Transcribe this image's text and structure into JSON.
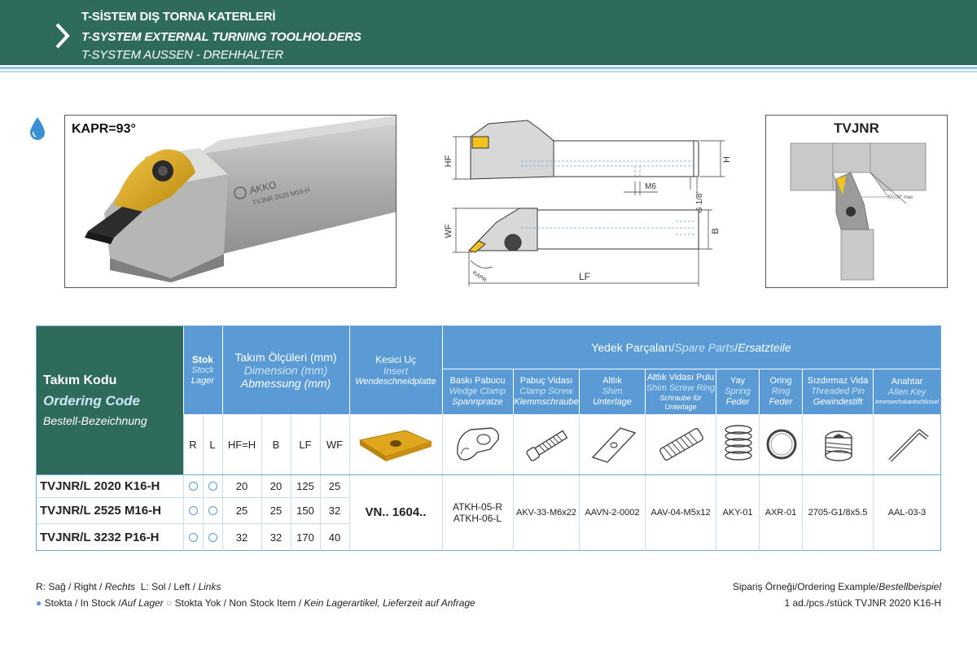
{
  "header": {
    "title_tr": "T-SİSTEM DIŞ TORNA KATERLERİ",
    "title_en": "T-SYSTEM EXTERNAL TURNING TOOLHOLDERS",
    "title_de": "T-SYSTEM AUSSEN - DREHHALTER"
  },
  "photo": {
    "kapr": "KAPR=93°",
    "brand": "AKKO",
    "engraving": "TVJNR 2525 M16-H"
  },
  "drawing": {
    "hf": "HF",
    "h": "H",
    "m6": "M6",
    "g18": "G 1/8\"",
    "wf": "WF",
    "b": "B",
    "lf": "LF",
    "kapr": "KAPR"
  },
  "application": {
    "title": "TVJNR",
    "angle": "50,00° max"
  },
  "table": {
    "code_hd": {
      "tr": "Takım Kodu",
      "en": "Ordering Code",
      "de": "Bestell-Bezeichnung"
    },
    "stock_hd": {
      "tr": "Stok",
      "en": "Stock",
      "de": "Lager"
    },
    "dim_hd": {
      "tr": "Takım Ölçüleri (mm)",
      "en": "Dimension (mm)",
      "de": "Abmessung (mm)"
    },
    "insert_hd": {
      "tr": "Kesici Uç",
      "en": "Insert",
      "de": "Wendeschneidplatte"
    },
    "spares_hd": {
      "tr": "Yedek Parçaları",
      "sep1": " / ",
      "en": "Spare Parts",
      "sep2": " / ",
      "de": "Ersatzteile"
    },
    "sub": {
      "r": "R",
      "l": "L",
      "hf": "HF=H",
      "b": "B",
      "lf": "LF",
      "wf": "WF"
    },
    "spare_cols": [
      {
        "tr": "Baskı Pabucu",
        "en": "Wedge Clamp",
        "de": "Spannpratze",
        "value": [
          "ATKH-05-R",
          "ATKH-06-L"
        ],
        "icon": "wedge-clamp-icon"
      },
      {
        "tr": "Pabuç Vidası",
        "en": "Clamp Screw",
        "de": "Klemmschraube",
        "value": [
          "AKV-33-M6x22"
        ],
        "icon": "clamp-screw-icon"
      },
      {
        "tr": "Altlık",
        "en": "Shim",
        "de": "Unterlage",
        "value": [
          "AAVN-2-0002"
        ],
        "icon": "shim-icon"
      },
      {
        "tr": "Altlık Vidası Pulu",
        "en": "Shim Screw Ring",
        "de": "Schraube für Unterlage",
        "value": [
          "AAV-04-M5x12"
        ],
        "icon": "shim-screw-icon"
      },
      {
        "tr": "Yay",
        "en": "Spring",
        "de": "Feder",
        "value": [
          "AKY-01"
        ],
        "icon": "spring-icon"
      },
      {
        "tr": "Oring",
        "en": "Ring",
        "de": "Feder",
        "value": [
          "AXR-01"
        ],
        "icon": "o-ring-icon"
      },
      {
        "tr": "Sızdırmaz Vida",
        "en": "Threaded Pin",
        "de": "Gewindestift",
        "value": [
          "2705-G1/8x5.5"
        ],
        "icon": "threaded-pin-icon"
      },
      {
        "tr": "Anahtar",
        "en": "Allen Key",
        "de": "Innensechskantschlüssel",
        "value": [
          "AAL-03-3"
        ],
        "icon": "allen-key-icon"
      }
    ],
    "insert_value": "VN.. 1604..",
    "rows": [
      {
        "code": "TVJNR/L 2020 K16-H",
        "hf": "20",
        "b": "20",
        "lf": "125",
        "wf": "25"
      },
      {
        "code": "TVJNR/L 2525 M16-H",
        "hf": "25",
        "b": "25",
        "lf": "150",
        "wf": "32"
      },
      {
        "code": "TVJNR/L 3232 P16-H",
        "hf": "32",
        "b": "32",
        "lf": "170",
        "wf": "40"
      }
    ]
  },
  "footer": {
    "legend1_a": "R: Sağ / Right / ",
    "legend1_b": "Rechts",
    "legend1_c": "  L: Sol / Left / ",
    "legend1_d": "Links",
    "legend2_a": "Stokta / In Stock /",
    "legend2_b": "Auf Lager",
    "legend2_c": "Stokta Yok / Non Stock Item / ",
    "legend2_d": "Kein Lagerartikel, Lieferzeit auf Anfrage",
    "example_a": "Sipariş Örneği/Ordering Example/",
    "example_b": "Bestellbeispiel",
    "example_c": "1 ad./pcs./stück TVJNR 2020 K16-H"
  },
  "colors": {
    "header_green": "#2f6b5a",
    "table_blue": "#5b9bd5",
    "insert_gold": "#d9a520"
  }
}
